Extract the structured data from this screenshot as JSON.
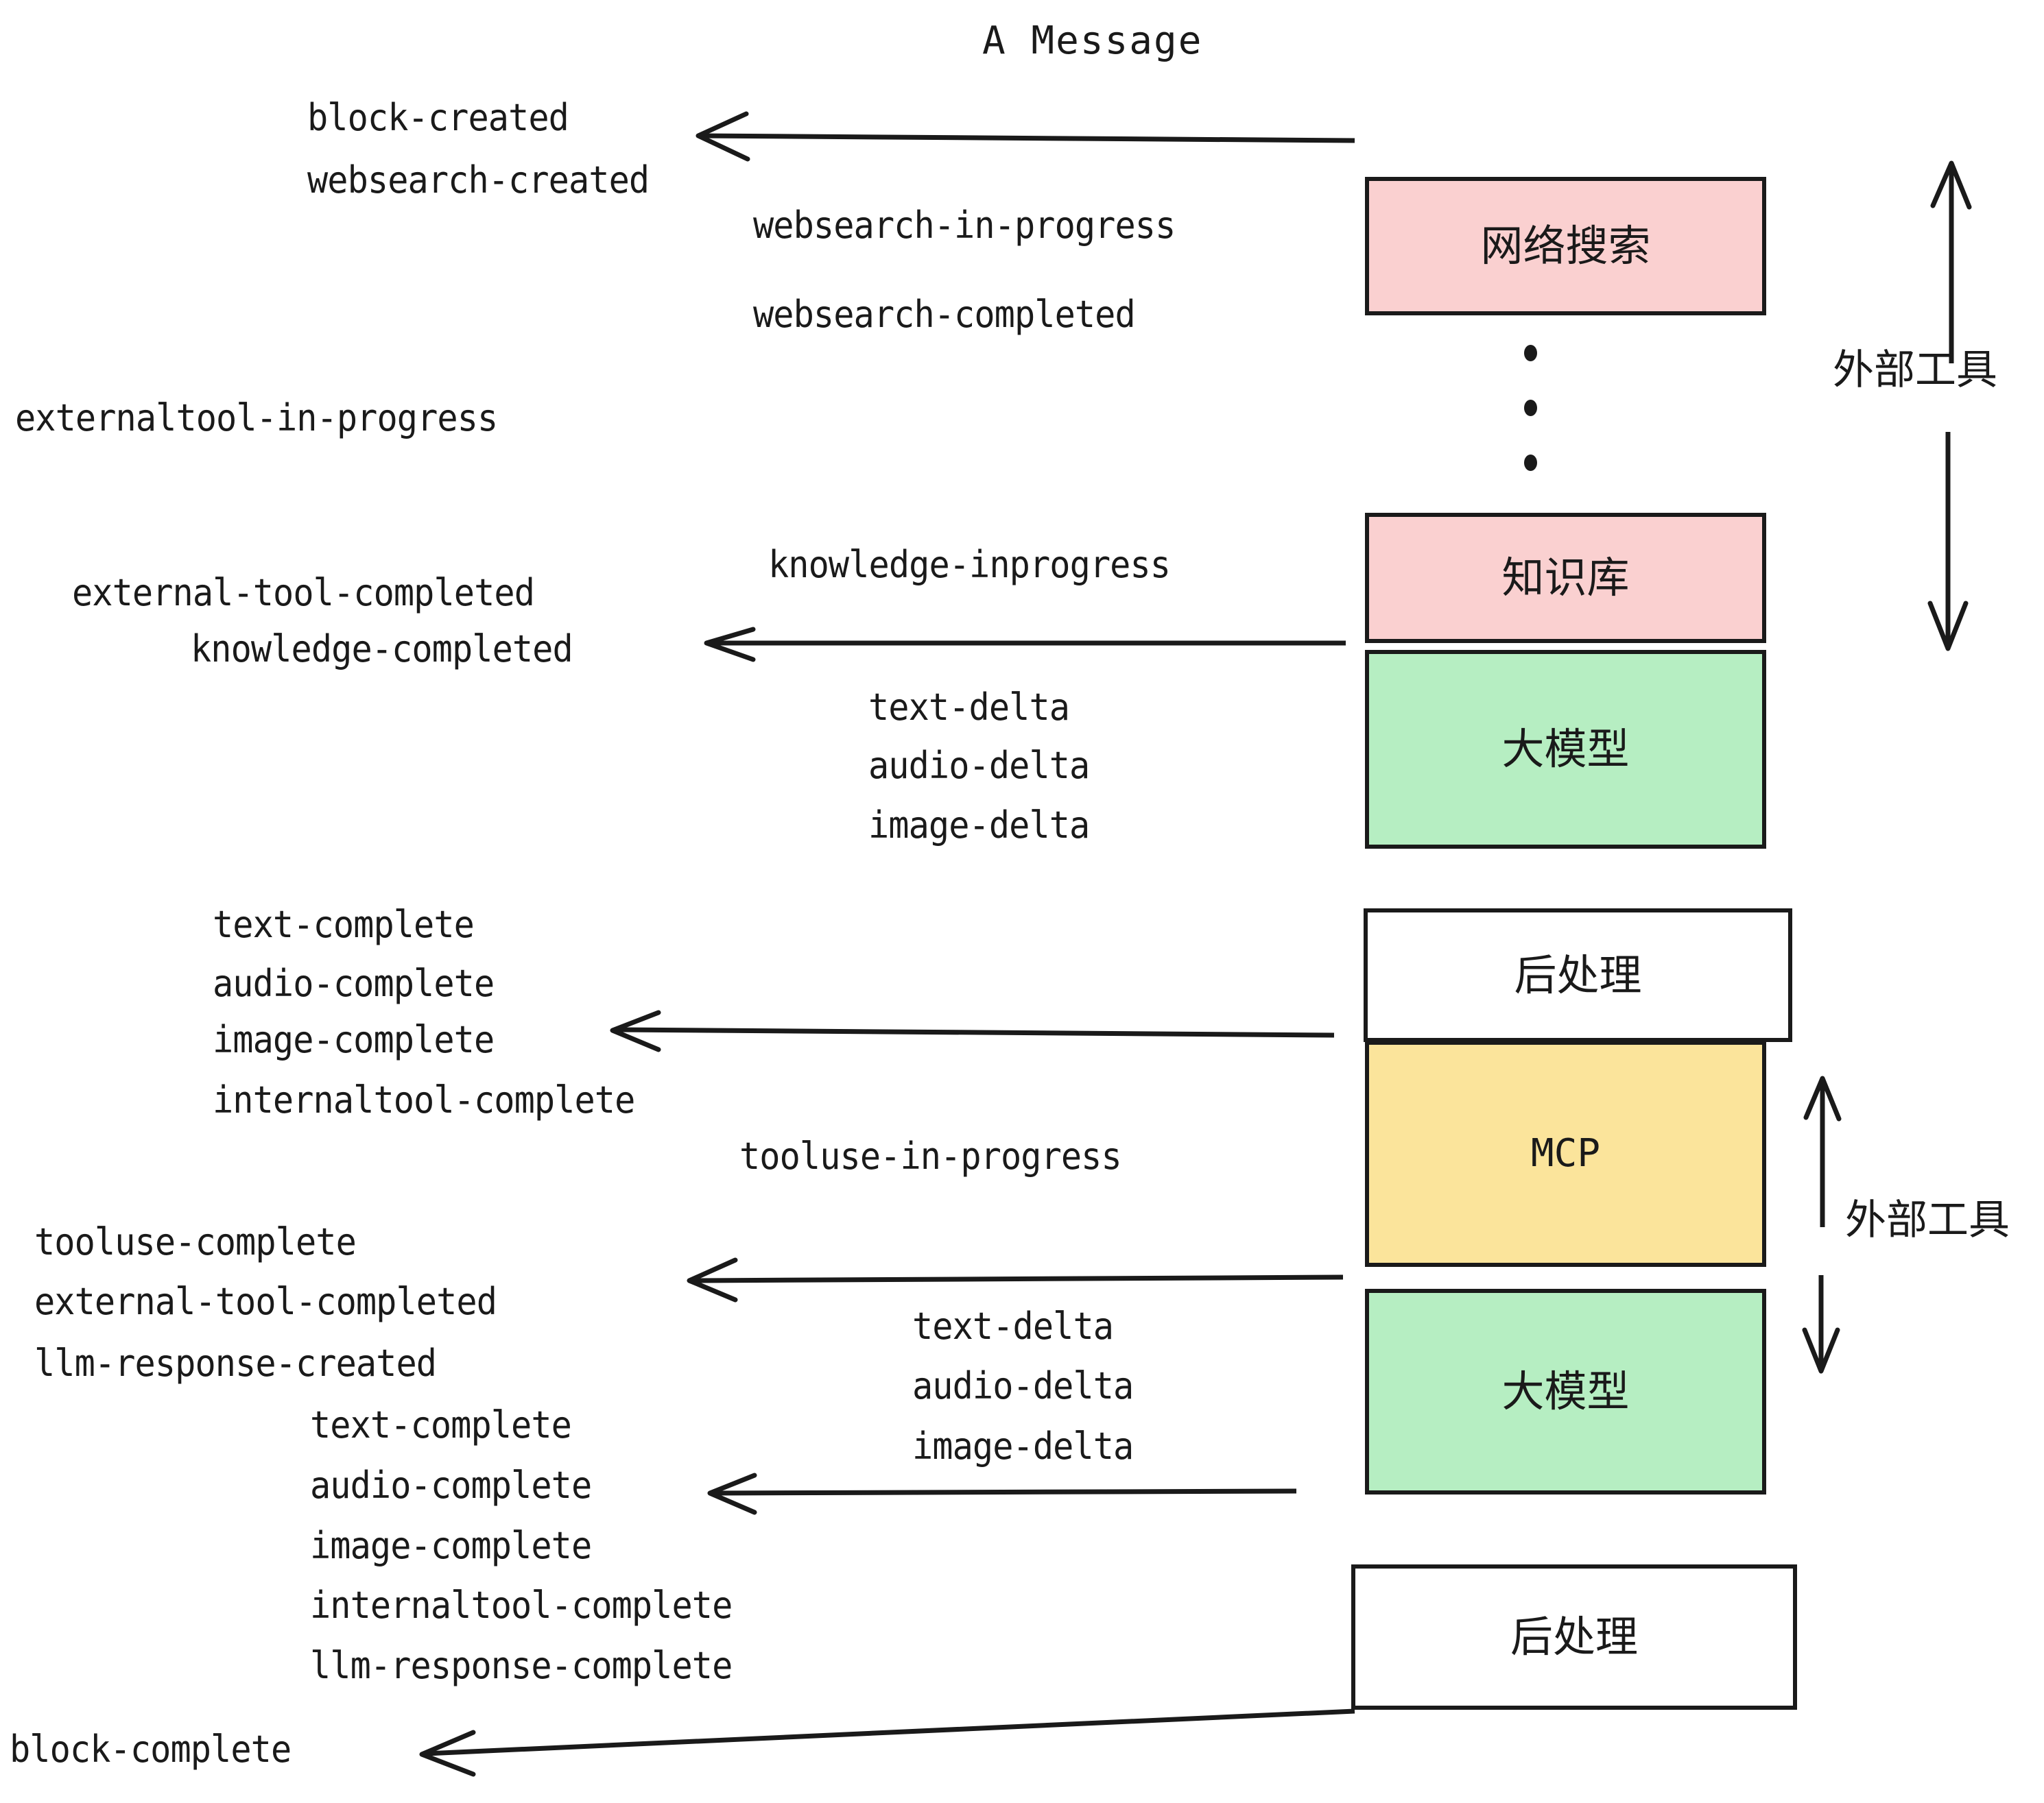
{
  "title": "A Message",
  "boxes": [
    {
      "id": "websearch",
      "label": "网络搜索",
      "color": "#fad0d0",
      "kind": "cjk"
    },
    {
      "id": "knowledge",
      "label": "知识库",
      "color": "#fad0d0",
      "kind": "cjk"
    },
    {
      "id": "llm-1",
      "label": "大模型",
      "color": "#b6eec2",
      "kind": "cjk"
    },
    {
      "id": "postprocess-1",
      "label": "后处理",
      "color": "#ffffff",
      "kind": "cjk"
    },
    {
      "id": "mcp",
      "label": "MCP",
      "color": "#fbe49b",
      "kind": "mono"
    },
    {
      "id": "llm-2",
      "label": "大模型",
      "color": "#b6eec2",
      "kind": "cjk"
    },
    {
      "id": "postprocess-2",
      "label": "后处理",
      "color": "#ffffff",
      "kind": "cjk"
    }
  ],
  "side_labels": [
    {
      "id": "external-tools-top",
      "text": "外部工具"
    },
    {
      "id": "external-tools-bottom",
      "text": "外部工具"
    }
  ],
  "events": [
    {
      "id": "block-created",
      "text": "block-created"
    },
    {
      "id": "websearch-created",
      "text": "websearch-created"
    },
    {
      "id": "websearch-in-progress",
      "text": "websearch-in-progress"
    },
    {
      "id": "websearch-completed",
      "text": "websearch-completed"
    },
    {
      "id": "externaltool-in-progress",
      "text": "externaltool-in-progress"
    },
    {
      "id": "knowledge-inprogress",
      "text": "knowledge-inprogress"
    },
    {
      "id": "external-tool-completed-1",
      "text": "external-tool-completed"
    },
    {
      "id": "knowledge-completed",
      "text": "knowledge-completed"
    },
    {
      "id": "text-delta-1",
      "text": "text-delta"
    },
    {
      "id": "audio-delta-1",
      "text": "audio-delta"
    },
    {
      "id": "image-delta-1",
      "text": "image-delta"
    },
    {
      "id": "text-complete-1",
      "text": "text-complete"
    },
    {
      "id": "audio-complete-1",
      "text": "audio-complete"
    },
    {
      "id": "image-complete-1",
      "text": "image-complete"
    },
    {
      "id": "internaltool-complete-1",
      "text": "internaltool-complete"
    },
    {
      "id": "tooluse-in-progress",
      "text": "tooluse-in-progress"
    },
    {
      "id": "tooluse-complete",
      "text": "tooluse-complete"
    },
    {
      "id": "external-tool-completed-2",
      "text": "external-tool-completed"
    },
    {
      "id": "llm-response-created",
      "text": "llm-response-created"
    },
    {
      "id": "text-delta-2",
      "text": "text-delta"
    },
    {
      "id": "audio-delta-2",
      "text": "audio-delta"
    },
    {
      "id": "image-delta-2",
      "text": "image-delta"
    },
    {
      "id": "text-complete-2",
      "text": "text-complete"
    },
    {
      "id": "audio-complete-2",
      "text": "audio-complete"
    },
    {
      "id": "image-complete-2",
      "text": "image-complete"
    },
    {
      "id": "internaltool-complete-2",
      "text": "internaltool-complete"
    },
    {
      "id": "llm-response-complete",
      "text": "llm-response-complete"
    },
    {
      "id": "block-complete",
      "text": "block-complete"
    }
  ],
  "colors": {
    "stroke": "#1a1a1a",
    "pink": "#fad0d0",
    "green": "#b6eec2",
    "yellow": "#fbe49b",
    "white": "#ffffff",
    "background": "#ffffff"
  }
}
